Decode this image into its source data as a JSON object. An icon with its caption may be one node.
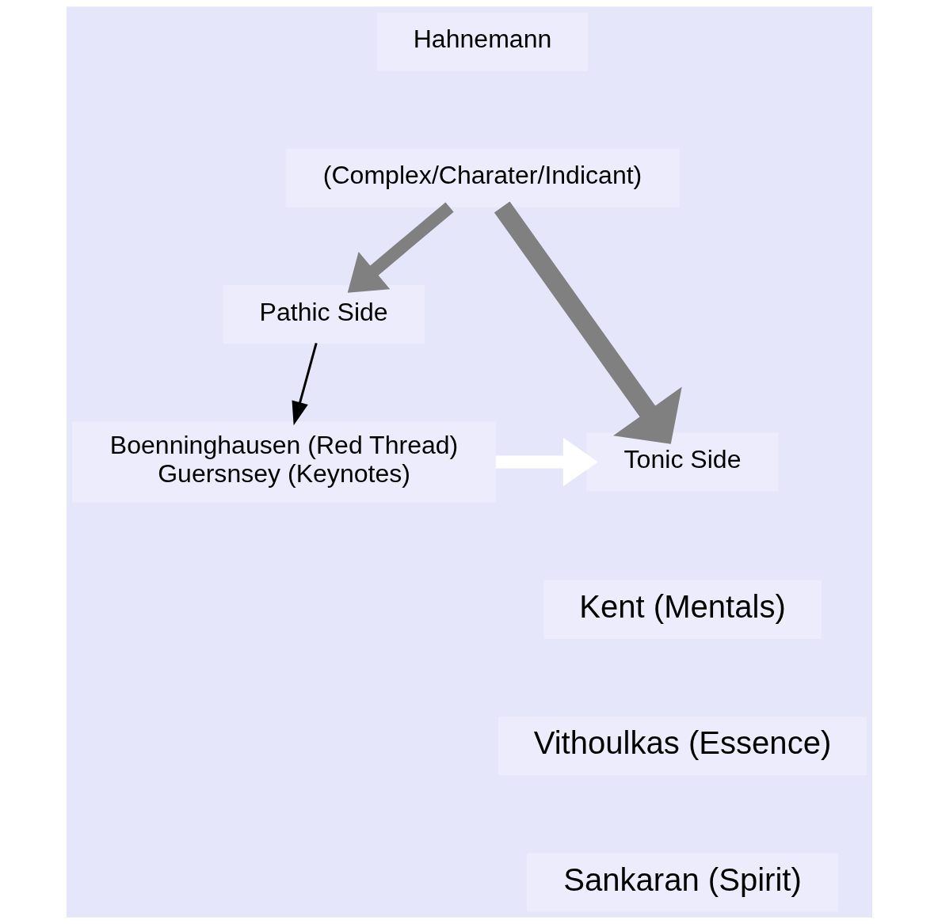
{
  "diagram": {
    "nodes": [
      {
        "text": [
          "Hahnemann"
        ]
      },
      {
        "text": [
          "(Complex/Charater/Indicant)"
        ]
      },
      {
        "text": [
          "Pathic Side"
        ]
      },
      {
        "text": [
          "Boenninghausen (Red Thread)",
          "Guersnsey (Keynotes)"
        ]
      },
      {
        "text": [
          "Tonic Side"
        ]
      },
      {
        "text": [
          "Kent (Mentals)"
        ]
      },
      {
        "text": [
          "Vithoulkas (Essence)"
        ]
      },
      {
        "text": [
          "Sankaran (Spirit)"
        ]
      }
    ],
    "edges": [
      {
        "from": 1,
        "to": 2,
        "arrow": "to",
        "color": "#808080"
      },
      {
        "from": 1,
        "to": 4,
        "arrow": "to",
        "color": "#808080"
      },
      {
        "from": 2,
        "to": 3,
        "arrow": "to",
        "color": "#000000"
      },
      {
        "from": 3,
        "to": 4,
        "arrow": "to",
        "color": "#ffffff"
      }
    ]
  }
}
